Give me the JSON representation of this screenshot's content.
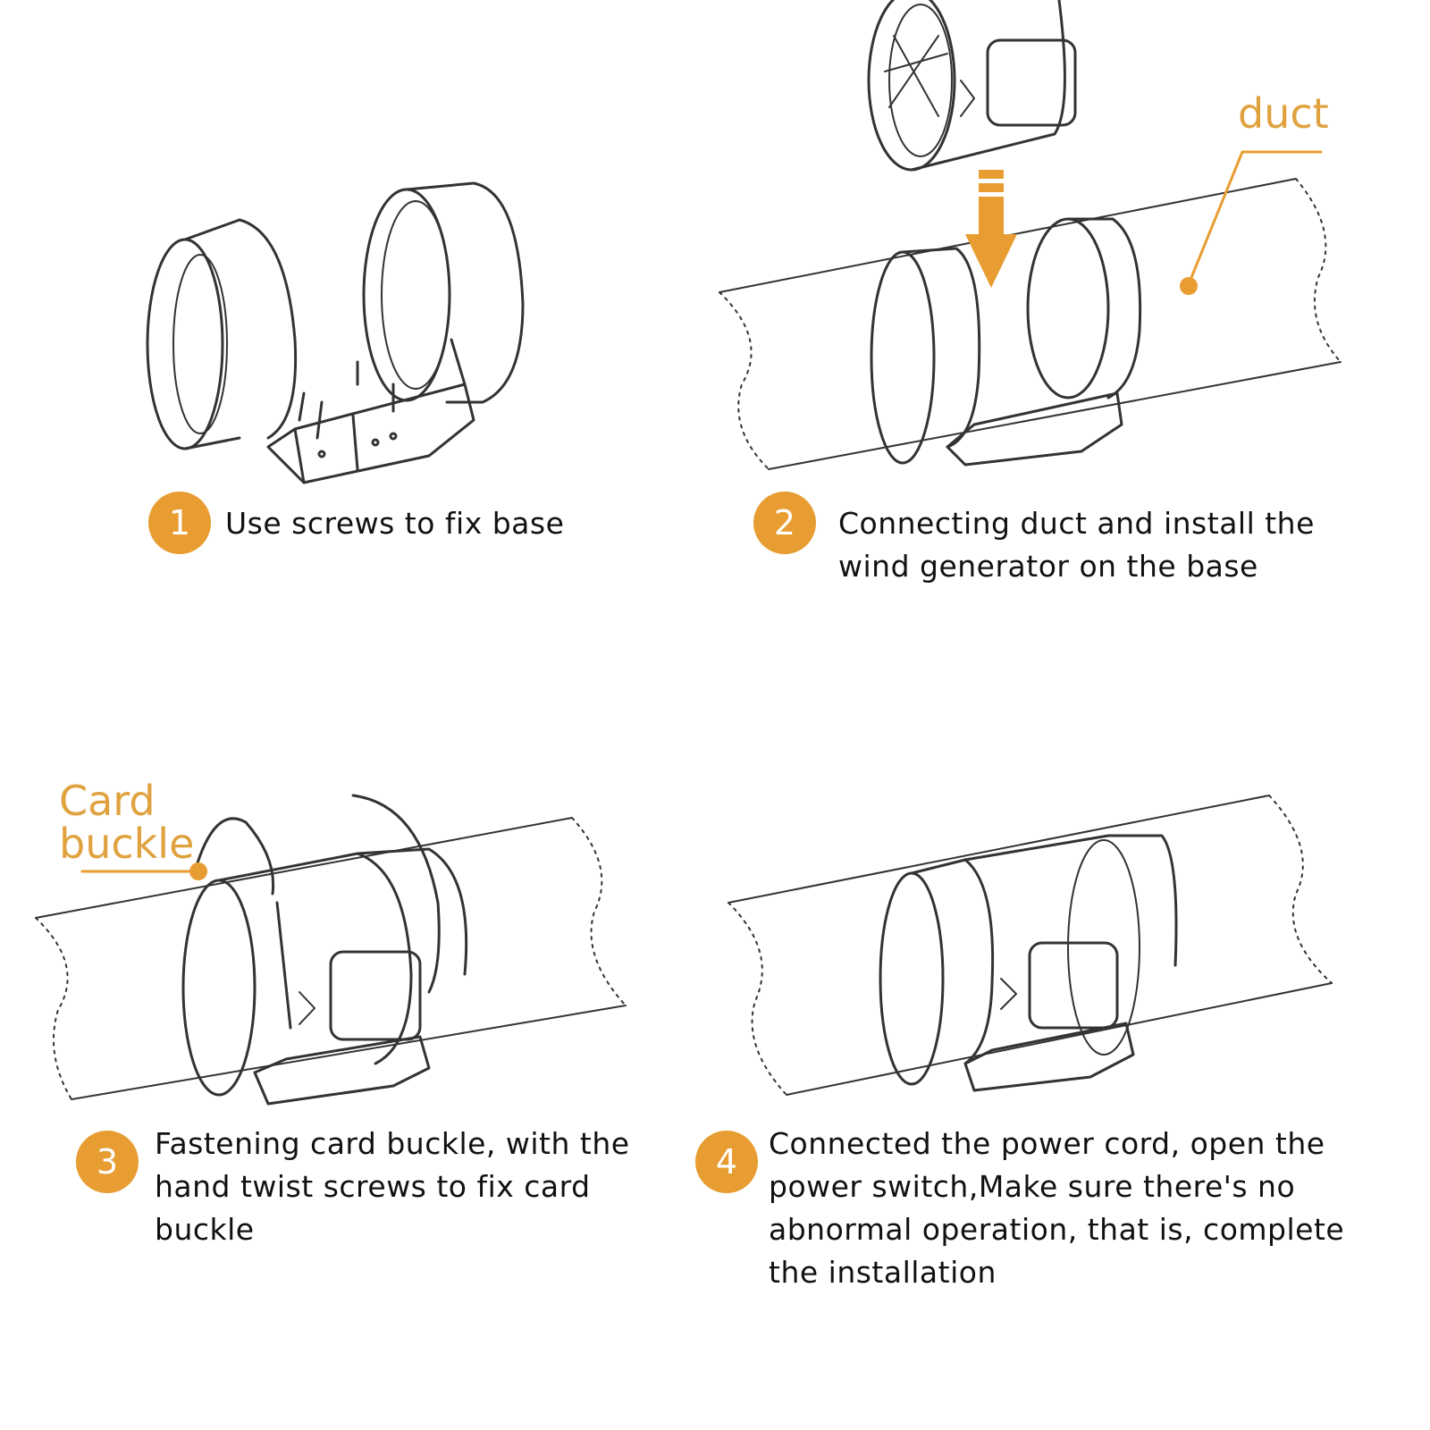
{
  "accent_color": "#e89d32",
  "callouts": {
    "duct": "duct",
    "card_buckle_line1": "Card",
    "card_buckle_line2": "buckle"
  },
  "steps": [
    {
      "number": "1",
      "text": "Use screws to fix base"
    },
    {
      "number": "2",
      "line1": "Connecting duct and install the",
      "line2": "wind generator on the base"
    },
    {
      "number": "3",
      "line1": "Fastening card buckle, with the",
      "line2": "hand twist screws to fix card",
      "line3": "buckle"
    },
    {
      "number": "4",
      "line1": "Connected the power cord, open the",
      "line2": "power switch,Make sure there's no",
      "line3": "abnormal operation, that is, complete",
      "line4": "the installation"
    }
  ]
}
